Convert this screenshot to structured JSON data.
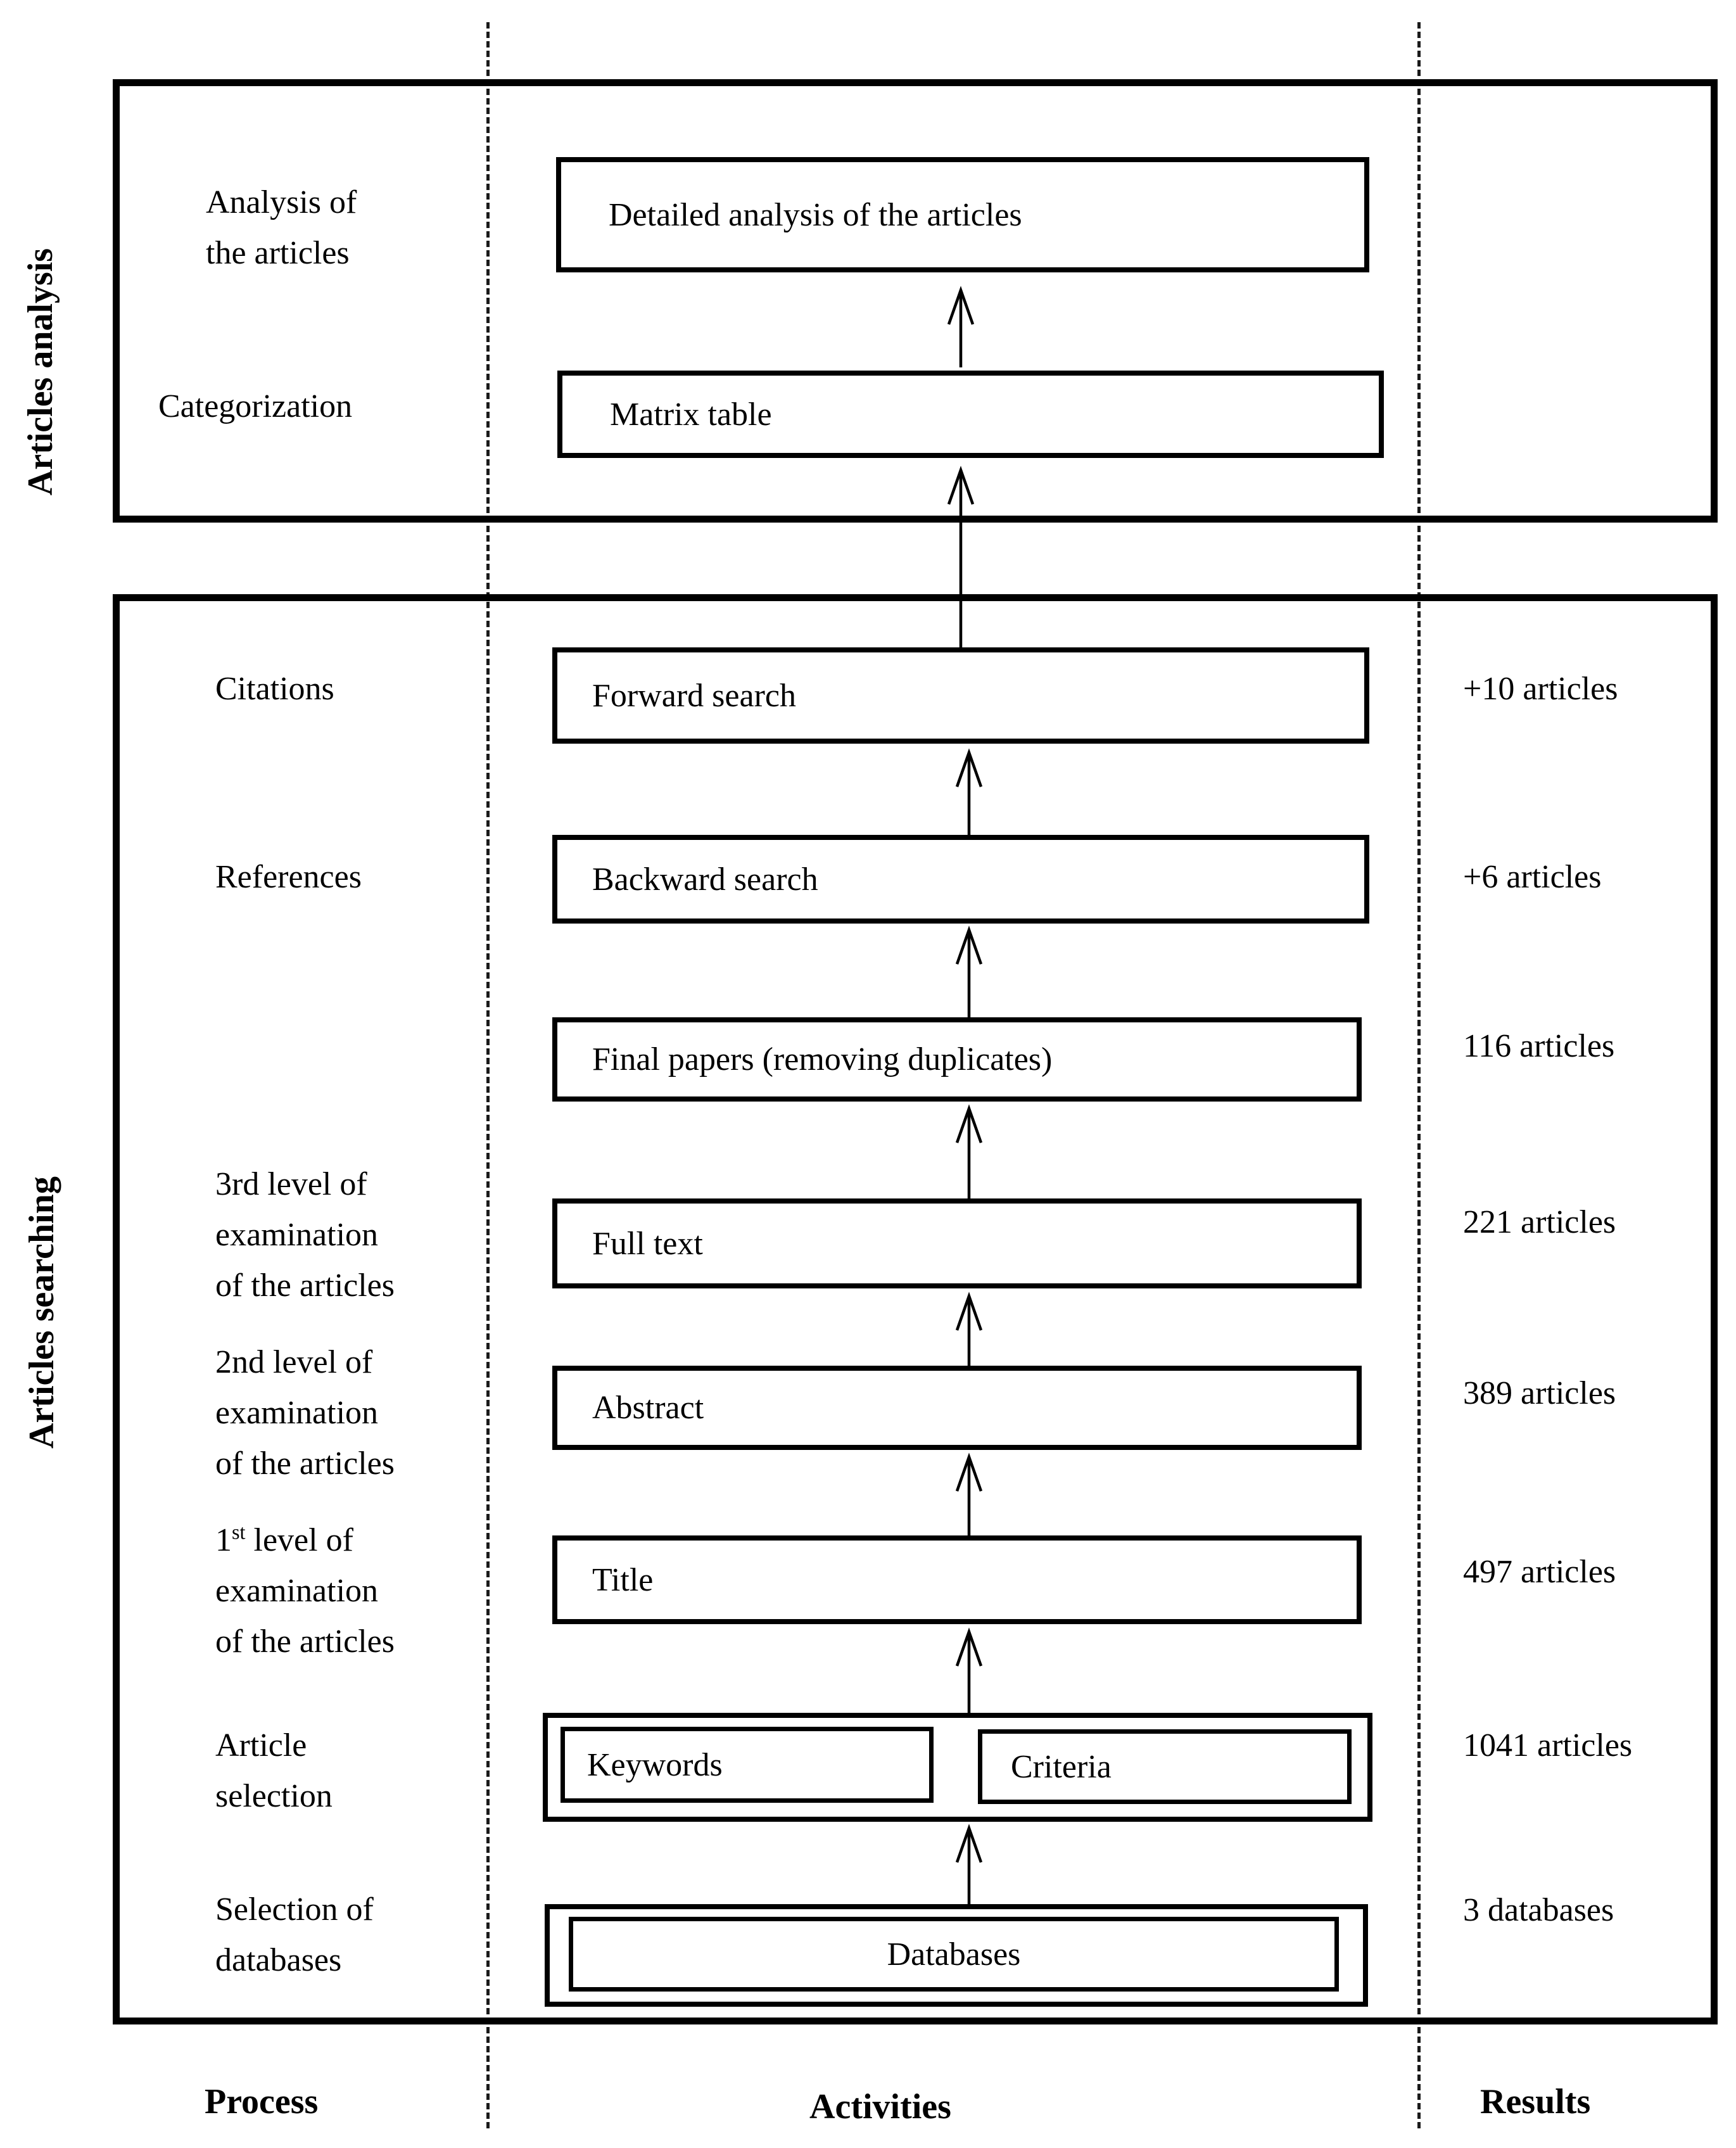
{
  "colors": {
    "line": "#000000",
    "background": "#ffffff",
    "text": "#000000"
  },
  "side_labels": {
    "analysis": "Articles analysis",
    "searching": "Articles searching"
  },
  "analysis_section": {
    "analysis_row": {
      "process_lines": [
        "Analysis of",
        "the articles"
      ],
      "activity": "Detailed analysis of the articles"
    },
    "categorization_row": {
      "process": "Categorization",
      "activity": "Matrix table"
    }
  },
  "searching_section": {
    "citations_row": {
      "process": "Citations",
      "activity": "Forward search",
      "result": "+10 articles"
    },
    "references_row": {
      "process": "References",
      "activity": "Backward search",
      "result": "+6 articles"
    },
    "final_row": {
      "activity": "Final papers (removing duplicates)",
      "result": "116 articles"
    },
    "level3_row": {
      "process_lines": [
        "3rd level of",
        "examination",
        "of the articles"
      ],
      "activity": "Full text",
      "result": "221 articles"
    },
    "level2_row": {
      "process_lines": [
        "2nd level of",
        "examination",
        "of the articles"
      ],
      "activity": "Abstract",
      "result": "389 articles"
    },
    "level1_row": {
      "process_line1": {
        "num": "1",
        "sup": "st",
        "rest": " level of"
      },
      "process_lines": [
        "examination",
        "of the articles"
      ],
      "activity": "Title",
      "result": "497 articles"
    },
    "selection_row": {
      "process_lines": [
        "Article",
        "selection"
      ],
      "keywords": "Keywords",
      "criteria": "Criteria",
      "result": "1041 articles"
    },
    "databases_row": {
      "process_lines": [
        "Selection of",
        "databases"
      ],
      "activity": "Databases",
      "result": "3 databases"
    }
  },
  "footer": {
    "process": "Process",
    "activities": "Activities",
    "results": "Results"
  }
}
